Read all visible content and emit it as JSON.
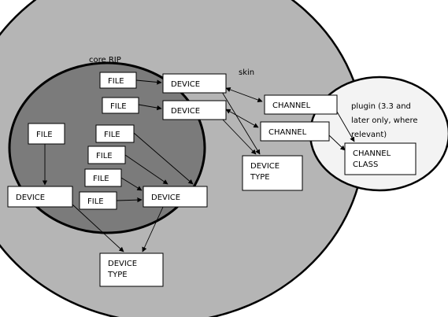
{
  "regions": {
    "skin": "skin",
    "core_rip": "core RIP",
    "plugin": [
      "plugin (3.3 and",
      "later only, where",
      "relevant)"
    ]
  },
  "boxes": {
    "file_top_1": [
      "FILE"
    ],
    "file_top_2": [
      "FILE"
    ],
    "device_top_1": [
      "DEVICE"
    ],
    "device_top_2": [
      "DEVICE"
    ],
    "file_left": [
      "FILE"
    ],
    "device_left": [
      "DEVICE"
    ],
    "file_mid_1": [
      "FILE"
    ],
    "file_mid_2": [
      "FILE"
    ],
    "file_mid_3": [
      "FILE"
    ],
    "file_mid_4": [
      "FILE"
    ],
    "device_mid": [
      "DEVICE"
    ],
    "device_type_lower": [
      "DEVICE",
      "TYPE"
    ],
    "device_type_upper": [
      "DEVICE",
      "TYPE"
    ],
    "channel_1": [
      "CHANNEL"
    ],
    "channel_2": [
      "CHANNEL"
    ],
    "channel_class": [
      "CHANNEL",
      "CLASS"
    ]
  },
  "colors": {
    "skin_fill": "#b5b5b5",
    "core_fill": "#7b7b7b",
    "plugin_fill": "#f3f3f3",
    "box_fill": "#ffffff",
    "line": "#000000"
  }
}
